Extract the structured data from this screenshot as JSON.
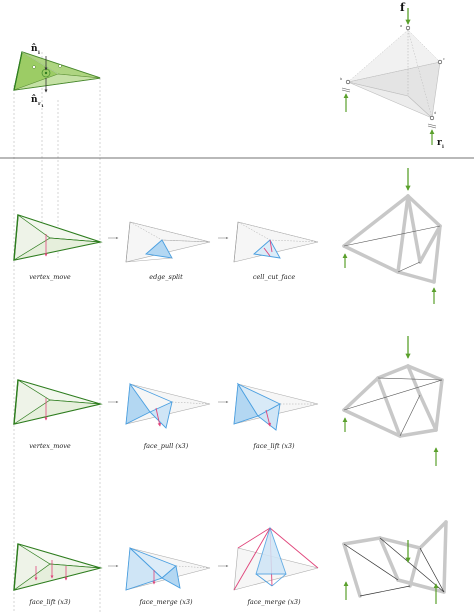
{
  "colors": {
    "green_dark": "#2e7d1f",
    "green_light": "#8bc34a",
    "green_fill": "#9ccc65",
    "blue": "#4a9fe0",
    "blue_fill": "#b3d7f2",
    "pink": "#e0457b",
    "grey_line": "#9a9a9a",
    "grey_fill": "#e4e4e4",
    "strut": "#c8c8c8",
    "arrow_green": "#5aa02c"
  },
  "header": {
    "normal_label": "n̂",
    "normal_sub": "i",
    "reaction_normal_label": "n̂",
    "reaction_normal_sub": "r",
    "reaction_normal_subsub": "1",
    "force_label": "f",
    "reaction_label": "r",
    "reaction_sub": "i"
  },
  "rows": [
    {
      "captions": [
        "vertex_move",
        "edge_split",
        "cell_cut_face"
      ]
    },
    {
      "captions": [
        "vertex_move",
        "face_pull (x3)",
        "face_lift (x3)"
      ]
    },
    {
      "captions": [
        "face_lift (x3)",
        "face_merge (x3)",
        "face_merge (x3)"
      ]
    }
  ],
  "icons": [
    "step-arrow-icon",
    "load-arrow-icon",
    "support-icon"
  ]
}
